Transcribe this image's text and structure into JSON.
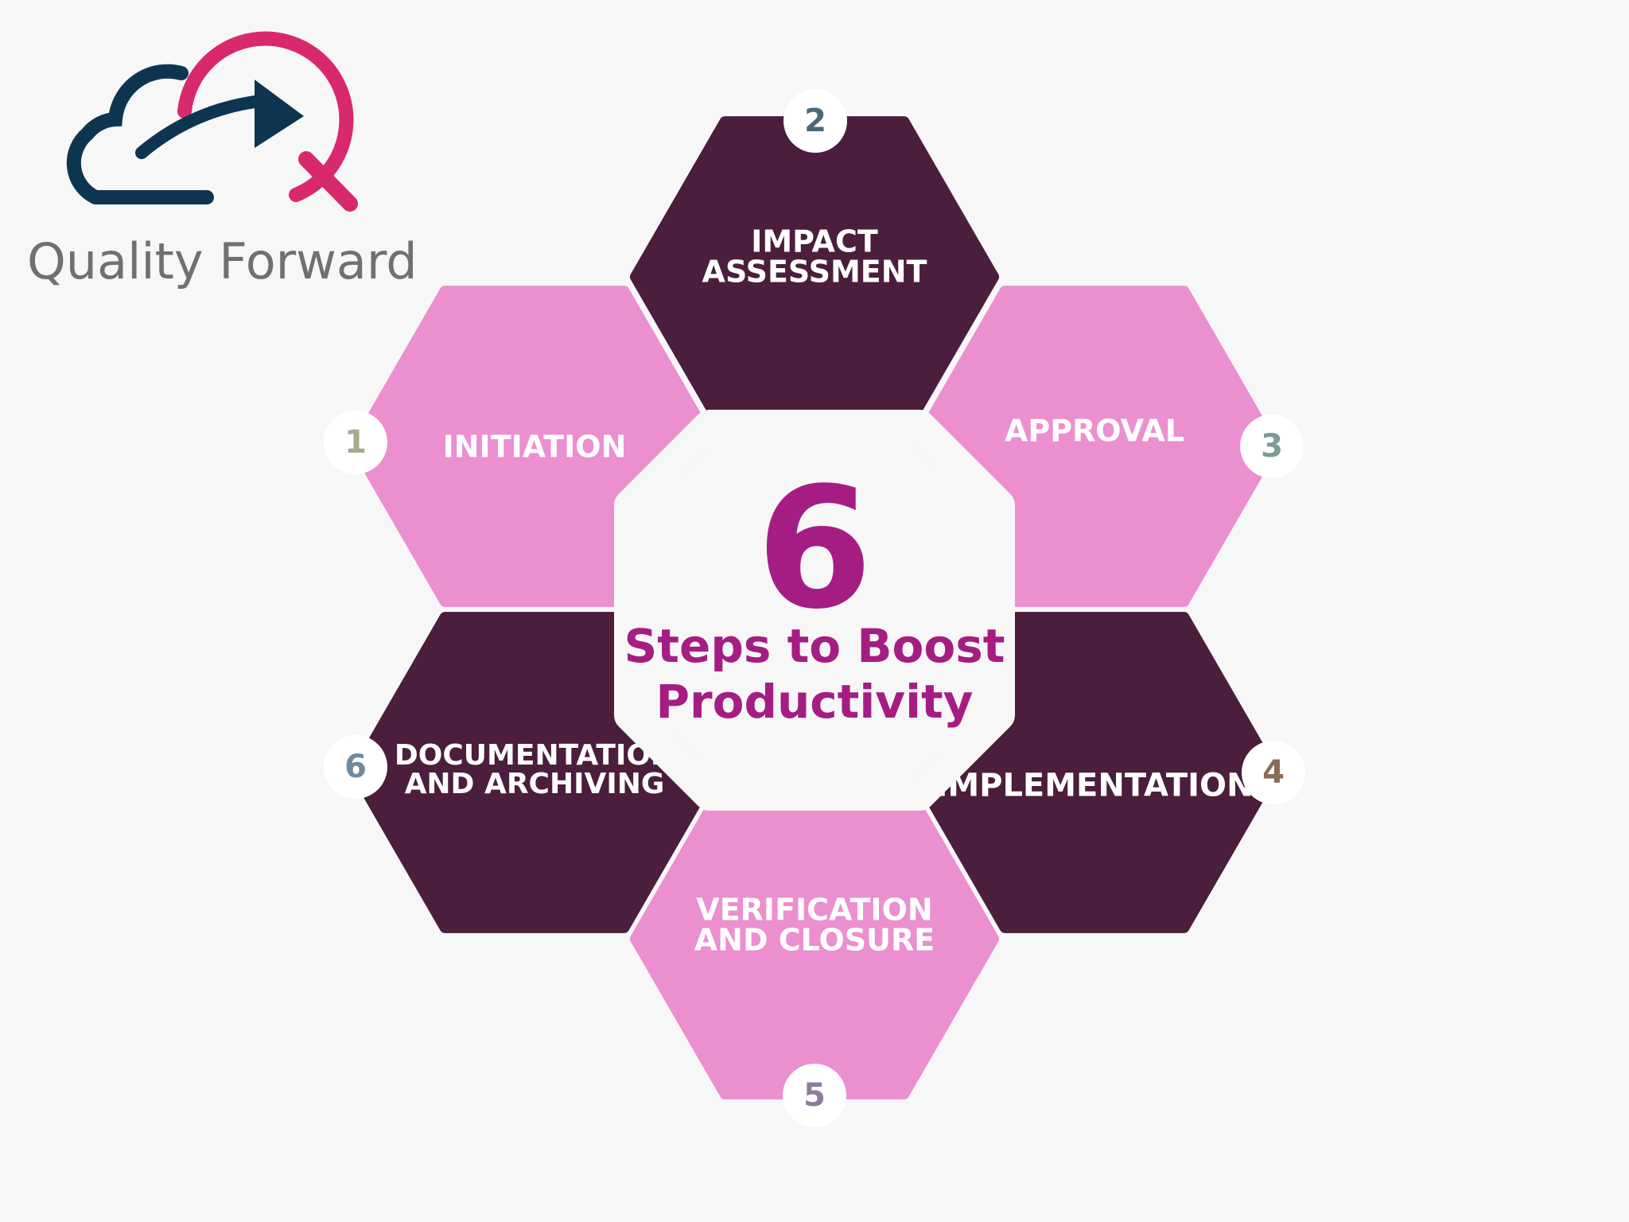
{
  "brand": {
    "name": "Quality Forward",
    "colors": {
      "navy": "#0d3550",
      "magenta": "#d8296e",
      "gray": "#707070"
    }
  },
  "center": {
    "number": "6",
    "line1": "Steps to Boost",
    "line2": "Productivity",
    "color": "#a51d83"
  },
  "colors": {
    "pink": "#eb8fcf",
    "plum": "#4a1e3c",
    "center_fill": "#f7f7f7",
    "badge_fill": "#ffffff"
  },
  "steps": [
    {
      "number": "1",
      "lines": [
        "INITIATION"
      ],
      "shade": "pink",
      "badge_color": "#a9a98f"
    },
    {
      "number": "2",
      "lines": [
        "IMPACT",
        "ASSESSMENT"
      ],
      "shade": "plum",
      "badge_color": "#4d6775"
    },
    {
      "number": "3",
      "lines": [
        "APPROVAL"
      ],
      "shade": "pink",
      "badge_color": "#7c9b96"
    },
    {
      "number": "4",
      "lines": [
        "IMPLEMENTATION"
      ],
      "shade": "plum",
      "badge_color": "#8a6a55"
    },
    {
      "number": "5",
      "lines": [
        "VERIFICATION",
        "AND CLOSURE"
      ],
      "shade": "pink",
      "badge_color": "#8d7c99"
    },
    {
      "number": "6",
      "lines": [
        "DOCUMENTATION",
        "AND ARCHIVING"
      ],
      "shade": "plum",
      "badge_color": "#6f8a9f"
    }
  ]
}
